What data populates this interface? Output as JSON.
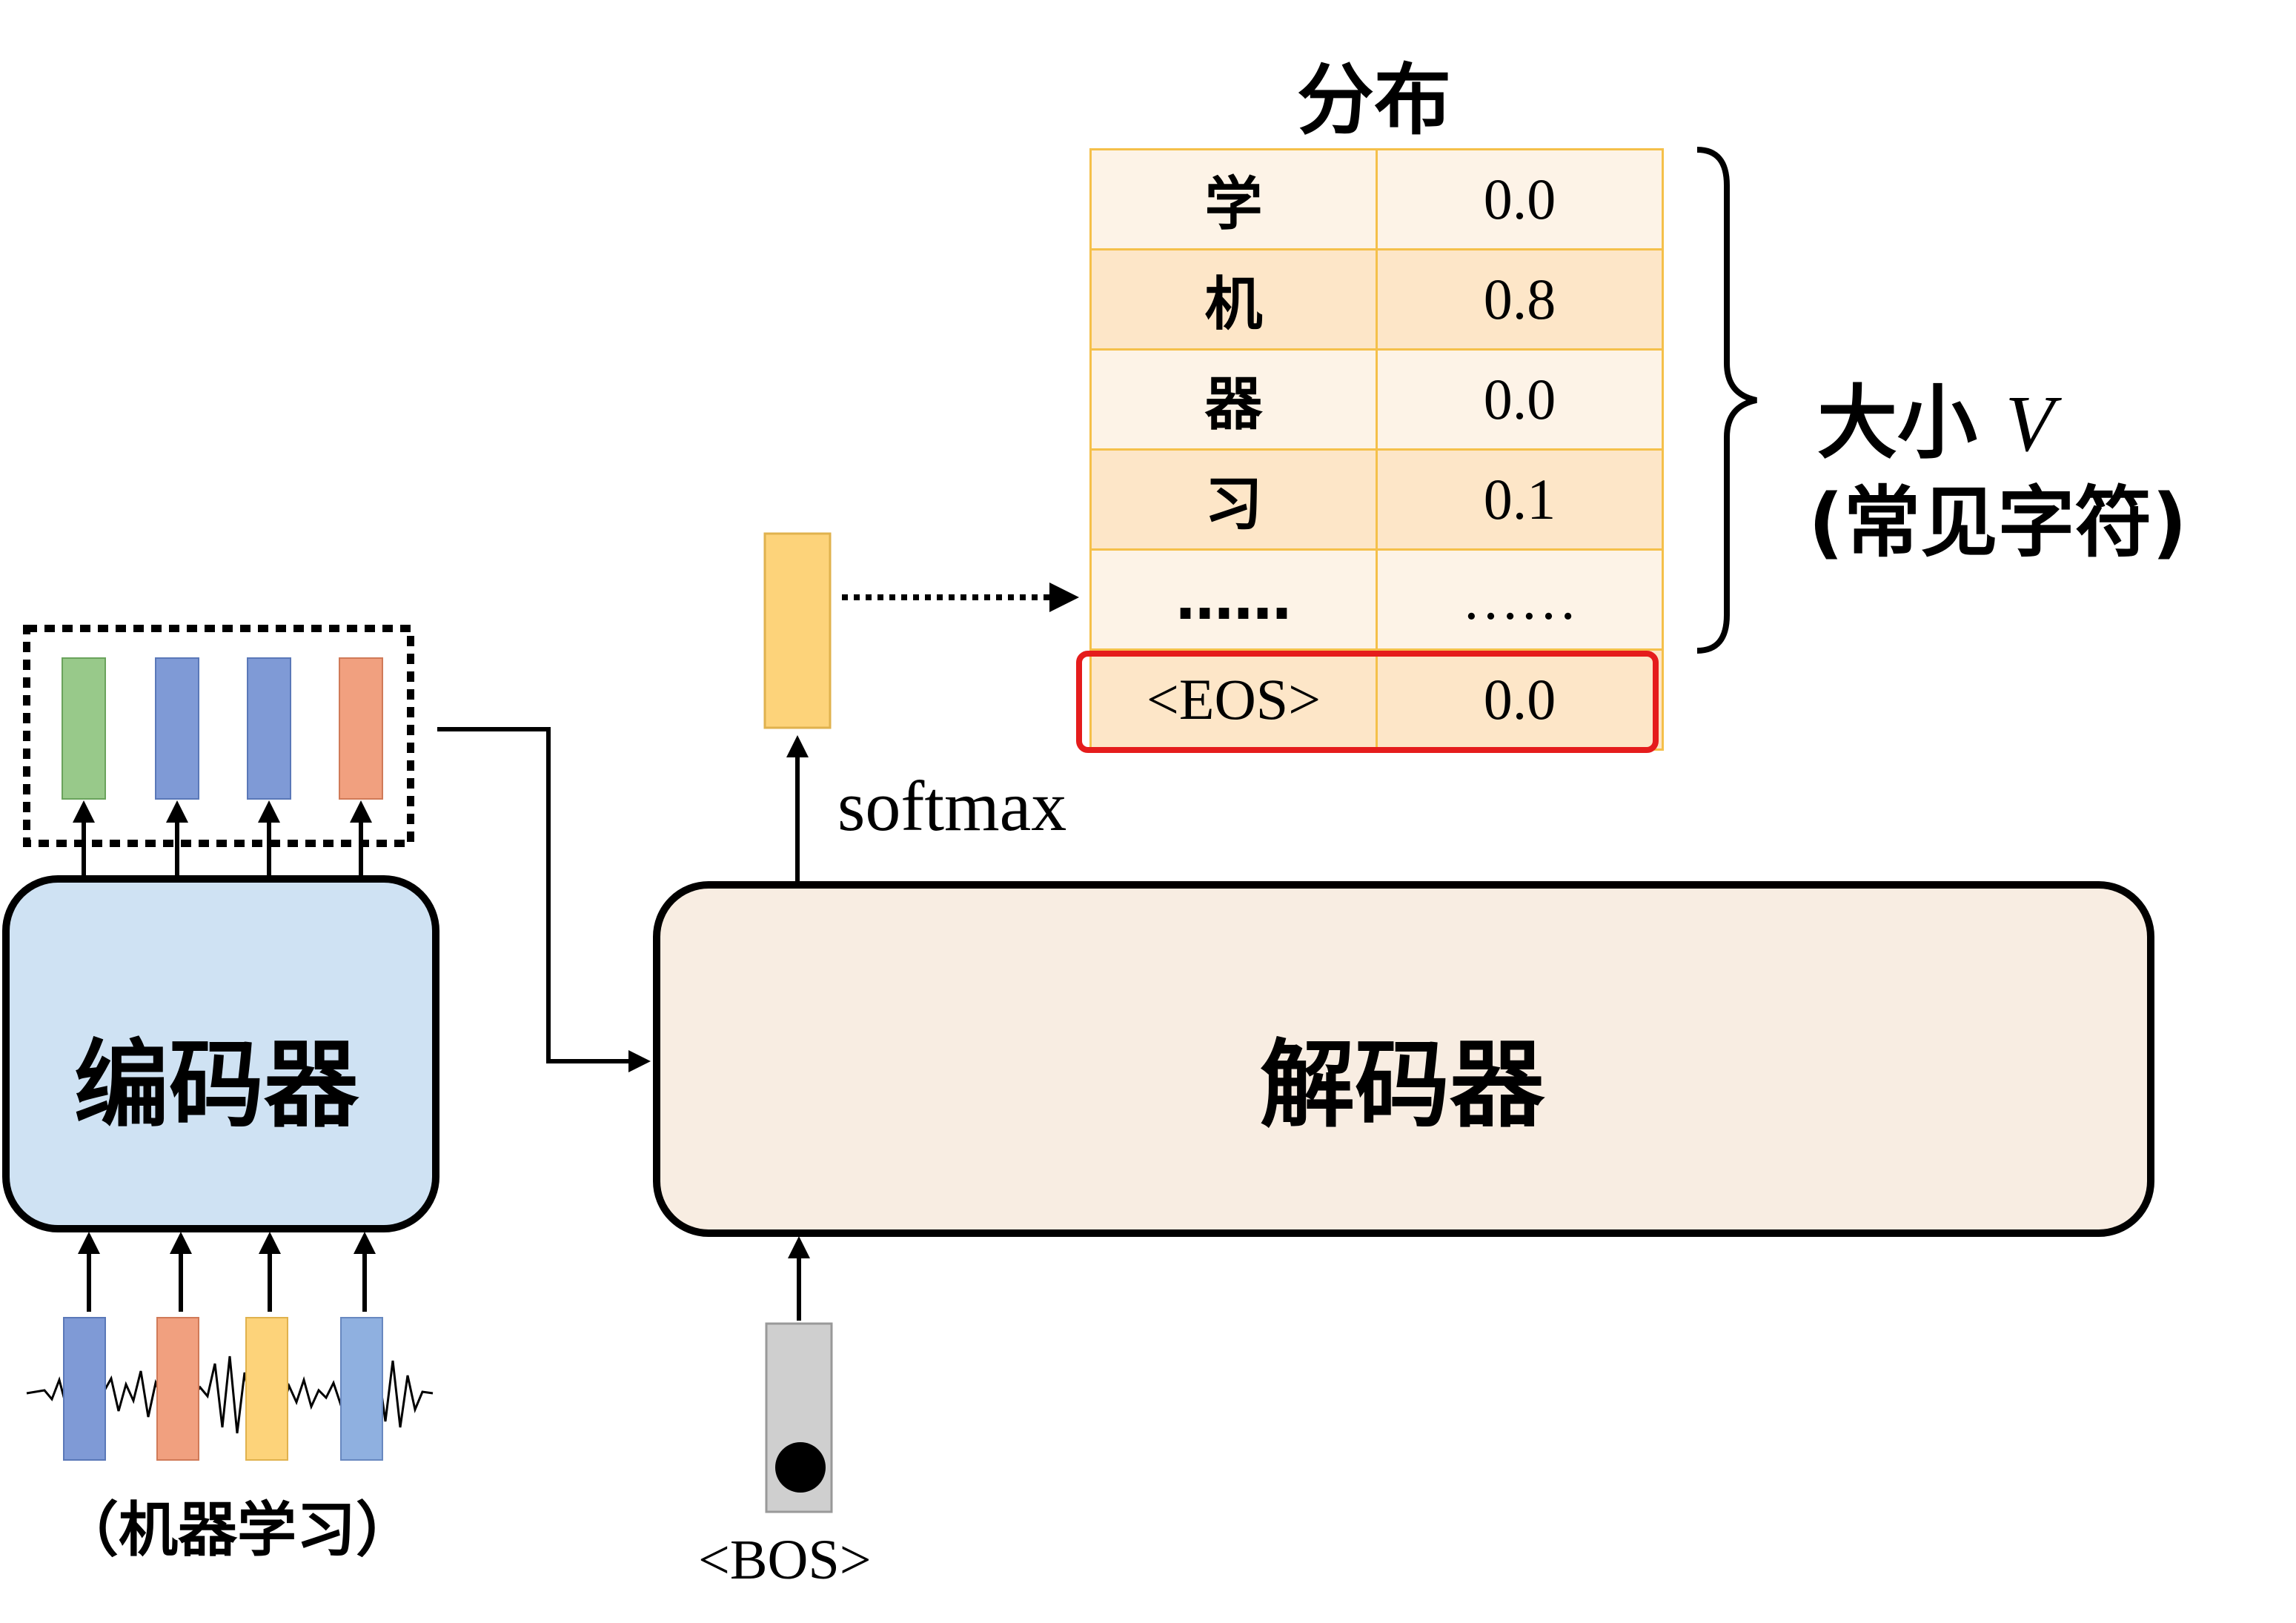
{
  "title": "分布",
  "encoder": {
    "label": "编码器"
  },
  "decoder": {
    "label": "解码器"
  },
  "softmax_label": "softmax",
  "bos_token": "<BOS>",
  "input_label": "（机器学习）",
  "vocab_size_label": {
    "text": "大小",
    "var": "V"
  },
  "vocab_note": "(常见字符)",
  "distribution": [
    {
      "token": "学",
      "prob": "0.0"
    },
    {
      "token": "机",
      "prob": "0.8"
    },
    {
      "token": "器",
      "prob": "0.0"
    },
    {
      "token": "习",
      "prob": "0.1"
    },
    {
      "token": "……",
      "prob": "……"
    },
    {
      "token": "<EOS>",
      "prob": "0.0"
    }
  ],
  "colors": {
    "encoder_fill": "#cfe2f3",
    "decoder_fill": "#f8ede2",
    "output_vector": "#fdd37a",
    "table_border": "#f5c04a",
    "eos_highlight": "#e51c1c",
    "enc_out_vectors": [
      "#98c98a",
      "#7f9ad6",
      "#7f9ad6",
      "#f1a07f"
    ],
    "input_vectors": [
      "#7f9ad6",
      "#f1a07f",
      "#fdd37a",
      "#8fb0e0"
    ],
    "bos_vector": "#cfcfcf"
  }
}
